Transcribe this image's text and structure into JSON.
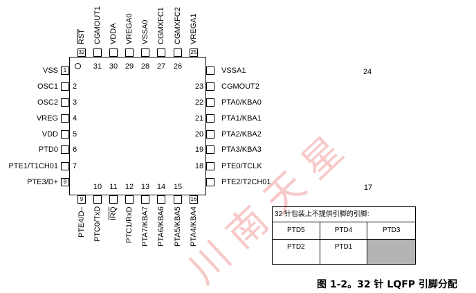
{
  "package": {
    "top": {
      "labels": [
        "RST",
        "CGMOUT1",
        "VDDA",
        "VREGA0",
        "VSSA0",
        "CGMXFC1",
        "CGMXFC2",
        "VREGA1"
      ],
      "numbers": [
        "32",
        "31",
        "30",
        "29",
        "28",
        "27",
        "26",
        "25"
      ]
    },
    "left": {
      "labels": [
        "VSS",
        "OSC1",
        "OSC2",
        "VREG",
        "VDD",
        "PTD0",
        "PTE1/T1CH01",
        "PTE3/D+"
      ],
      "numbers": [
        "1",
        "2",
        "3",
        "4",
        "5",
        "6",
        "7",
        "8"
      ]
    },
    "bottom": {
      "labels": [
        "PTE4/D–",
        "PTC0/TxD",
        "IRQ",
        "PTC1/RxD",
        "PTA7/KBA7",
        "PTA6/KBA6",
        "PTA5/KBA5",
        "PTA4/KBA4"
      ],
      "numbers": [
        "9",
        "10",
        "11",
        "12",
        "13",
        "14",
        "15",
        "16"
      ]
    },
    "right": {
      "labels": [
        "VSSA1",
        "CGMOUT2",
        "PTA0/KBA0",
        "PTA1/KBA1",
        "PTA2/KBA2",
        "PTA3/KBA3",
        "PTE0/TCLK",
        "PTE2/T2CH01"
      ],
      "numbers": [
        "24",
        "23",
        "22",
        "21",
        "20",
        "19",
        "18",
        "17"
      ]
    }
  },
  "unbonded_pins": {
    "header": "32 针包装上不提供引脚的引脚:",
    "rows": [
      [
        "PTD5",
        "PTD4",
        "PTD3"
      ],
      [
        "PTD2",
        "PTD1"
      ]
    ]
  },
  "caption": "图 1-2。32 针 LQFP 引脚分配",
  "watermark": "川南天星",
  "colors": {
    "line": "#000000",
    "grey_cell": "#b4b4b4",
    "watermark": "#e85a5a"
  }
}
